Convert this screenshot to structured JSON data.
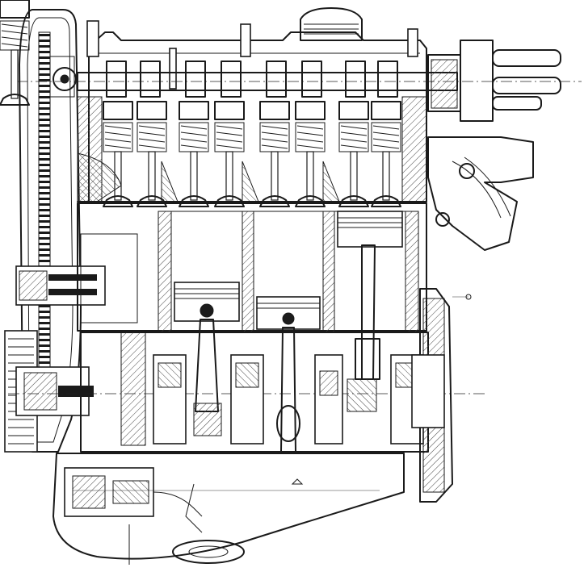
{
  "figure": {
    "subject": "",
    "colors": {
      "ink": "#1a1a1a",
      "paper": "#ffffff",
      "hatch": "#444444"
    },
    "cylinders": 4,
    "valves_per_cylinder": 2,
    "camshaft_lobes": 8,
    "main_bearings": 5
  }
}
